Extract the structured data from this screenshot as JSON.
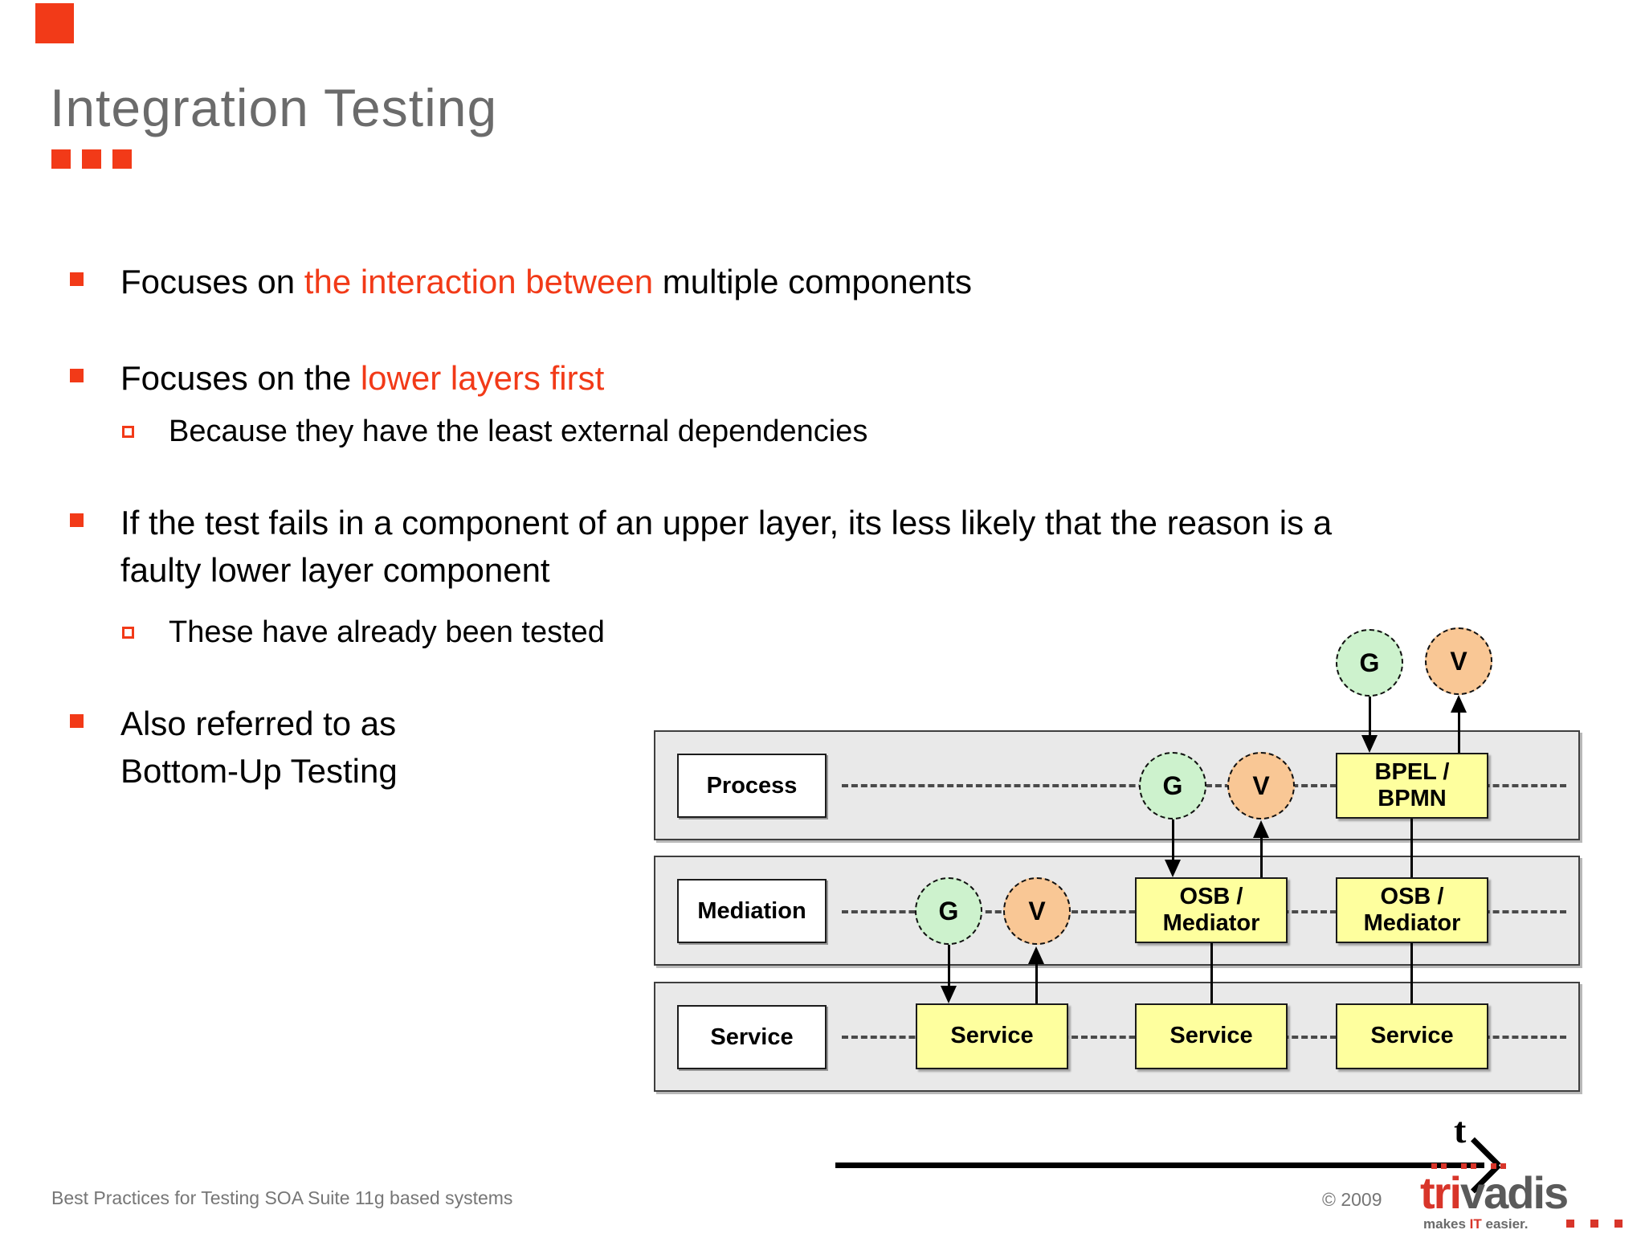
{
  "slide": {
    "title": "Integration Testing",
    "footer_left": "Best Practices for Testing SOA Suite 11g based systems",
    "copyright": "© 2009"
  },
  "bullets": {
    "b1": {
      "pre": "Focuses on ",
      "red": "the interaction between",
      "post": " multiple components"
    },
    "b2": {
      "pre": "Focuses on the ",
      "red": "lower layers first",
      "post": ""
    },
    "b2_sub": "Because they have the least external dependencies",
    "b3": "If the test fails in a component of an upper layer, its less likely that the reason is a faulty lower layer component",
    "b3_sub": "These have already been tested",
    "b4": "Also referred to as Bottom-Up Testing"
  },
  "diagram": {
    "rows": [
      {
        "label": "Process"
      },
      {
        "label": "Mediation"
      },
      {
        "label": "Service"
      }
    ],
    "gate_g": "G",
    "gate_v": "V",
    "boxes": {
      "bpel": "BPEL /\nBPMN",
      "osb": "OSB /\nMediator",
      "service": "Service"
    },
    "time_label": "t"
  },
  "logo": {
    "brand_red": "tri",
    "brand_gray": "vadis",
    "tagline_pre": "makes ",
    "tagline_accent": "IT",
    "tagline_post": " easier."
  },
  "colors": {
    "accent_red": "#f23a18",
    "gate_green": "#cdf2cd",
    "gate_orange": "#f9c795",
    "box_yellow": "#feff9e",
    "band_gray": "#e9e9e9",
    "title_gray": "#6b6b6b"
  }
}
